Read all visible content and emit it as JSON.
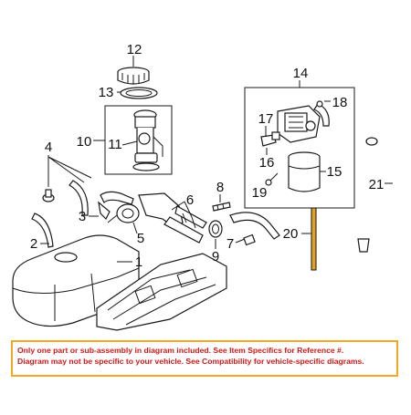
{
  "callouts": {
    "c1": "1",
    "c2": "2",
    "c3": "3",
    "c4": "4",
    "c5": "5",
    "c6": "6",
    "c7": "7",
    "c8": "8",
    "c9": "9",
    "c10": "10",
    "c11": "11",
    "c12": "12",
    "c13": "13",
    "c14": "14",
    "c15": "15",
    "c16": "16",
    "c17": "17",
    "c18": "18",
    "c19": "19",
    "c20": "20",
    "c21": "21"
  },
  "notice": {
    "line1": "Only one part or sub-assembly in diagram included. See Item Specifics for Reference #.",
    "line2": "Diagram may not be specific to your vehicle. See Compatibility for vehicle-specific diagrams."
  },
  "colors": {
    "notice_border": "#f5a623",
    "notice_text": "#d01818",
    "highlight_part": "#e8a020"
  }
}
